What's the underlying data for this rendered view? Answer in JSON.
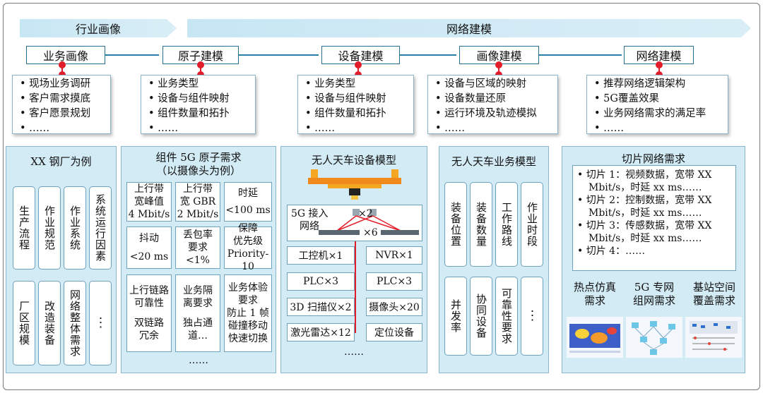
{
  "banners": {
    "left": "行业画像",
    "right": "网络建模"
  },
  "stages": [
    "业务画像",
    "原子建模",
    "设备建模",
    "画像建模",
    "网络建模"
  ],
  "bullets": [
    [
      "• 现场业务调研",
      "• 客户需求摸底",
      "• 客户愿景规划",
      "• ……"
    ],
    [
      "• 业务类型",
      "• 设备与组件映射",
      "• 组件数量和拓扑",
      "• ……"
    ],
    [
      "• 业务类型",
      "• 设备与组件映射",
      "• 组件数量和拓扑",
      "• ……"
    ],
    [
      "• 设备与区域的映射",
      "• 设备数量还原",
      "• 运行环境及轨迹模拟",
      "• ……"
    ],
    [
      "• 推荐网络逻辑架构",
      "• 5G覆盖效果",
      "• 业务网络需求的满足率",
      "• ……"
    ]
  ],
  "panel1": {
    "title": "XX 钢厂为例",
    "top": [
      "生产流程",
      "作业规范",
      "作业系统",
      "系统运行因素"
    ],
    "bottom": [
      "厂区规模",
      "改造装备",
      "网络整体需求",
      "⋮"
    ]
  },
  "panel2": {
    "title1": "组件 5G 原子需求",
    "title2": "（以摄像头为例）",
    "r1": [
      [
        "上行带",
        "宽峰值",
        "4 Mbit/s"
      ],
      [
        "上行带",
        "宽 GBR",
        "2 Mbit/s"
      ],
      [
        "时延",
        "<100 ms"
      ]
    ],
    "r2": [
      [
        "抖动",
        "<20 ms"
      ],
      [
        "丢包率",
        "要求",
        "<1%"
      ],
      [
        "保障",
        "优先级",
        "Priority-10"
      ]
    ],
    "r3": [
      [
        "上行链路",
        "可靠性",
        "双链路",
        "冗余"
      ],
      [
        "业务隔",
        "离要求",
        "独占通",
        "道…"
      ],
      [
        "业务体验",
        "要求",
        "防止 1 帧",
        "碰撞移动",
        "快速切换"
      ]
    ],
    "more": "……"
  },
  "panel3": {
    "title": "无人天车设备模型",
    "access1": "5G 接入",
    "access2": "网络",
    "x2": "×2",
    "x6": "×6",
    "left": [
      "工控机×1",
      "PLC×3",
      "3D 扫描仪×2",
      "激光雷达×12"
    ],
    "right": [
      "NVR×1",
      "PLC×3",
      "摄像头×20",
      "定位设备"
    ],
    "more": "……"
  },
  "panel4": {
    "title": "无人天车业务模型",
    "top": [
      "装备位置",
      "装备数量",
      "工作路线",
      "作业时段"
    ],
    "bottom": [
      "并发率",
      "协同设备",
      "可靠性要求",
      "⋮"
    ]
  },
  "panel5": {
    "title": "切片网络需求",
    "slices": [
      [
        "• 切片 1：视频数据，宽带 XX",
        "Mbit/s，时延 xx ms……"
      ],
      [
        "• 切片 2：控制数据，宽带 XX",
        "Mbit/s，时延 xx ms……"
      ],
      [
        "• 切片 3：传感数据，宽带 XX",
        "Mbit/s，时延 xx ms……"
      ],
      [
        "• 切片 4：……"
      ]
    ],
    "sims": [
      [
        "热点仿真",
        "需求"
      ],
      [
        "5G 专网",
        "组网需求"
      ],
      [
        "基站空间",
        "覆盖需求"
      ]
    ]
  },
  "colors": {
    "banner": "#c7e6f3",
    "panel": "#d3ebf5",
    "accent": "#e11d2a",
    "line": "#2a7fa5"
  }
}
